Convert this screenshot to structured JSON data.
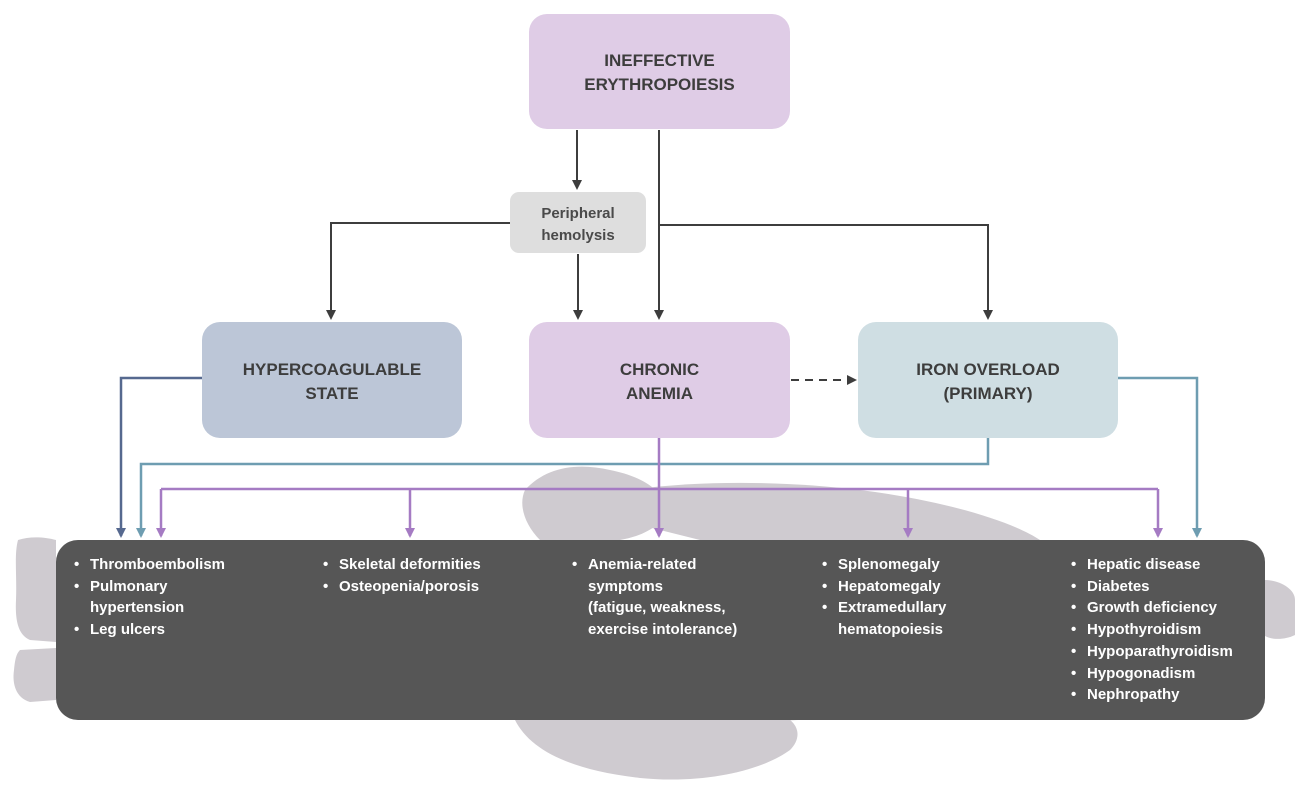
{
  "nodes": {
    "ineffective_erythropoiesis": {
      "lines": [
        "INEFFECTIVE",
        "ERYTHROPOIESIS"
      ],
      "color": "#dfcce6"
    },
    "peripheral_hemolysis": {
      "lines": [
        "Peripheral",
        "hemolysis"
      ],
      "color": "#dedede"
    },
    "hypercoagulable_state": {
      "lines": [
        "HYPERCOAGULABLE",
        "STATE"
      ],
      "color": "#bcc6d7"
    },
    "chronic_anemia": {
      "lines": [
        "CHRONIC",
        "ANEMIA"
      ],
      "color": "#dfcce6"
    },
    "iron_overload": {
      "lines": [
        "IRON OVERLOAD",
        "(PRIMARY)"
      ],
      "color": "#cfdee3"
    }
  },
  "colors": {
    "dark_arrow": "#3d3d3d",
    "hypercoagulable_arrow": "#56698f",
    "iron_arrow": "#6e9db1",
    "anemia_arrow": "#a57bc3",
    "outcomes_panel": "#565656",
    "body_silhouette": "#cfcbd0"
  },
  "outcomes": [
    {
      "items": [
        "Thromboembolism",
        "Pulmonary",
        "hypertension",
        "Leg ulcers"
      ],
      "bullets": [
        true,
        true,
        false,
        true
      ]
    },
    {
      "items": [
        "Skeletal deformities",
        "Osteopenia/porosis"
      ],
      "bullets": [
        true,
        true
      ]
    },
    {
      "items": [
        "Anemia-related",
        "symptoms",
        "(fatigue, weakness,",
        "exercise intolerance)"
      ],
      "bullets": [
        true,
        false,
        false,
        false
      ]
    },
    {
      "items": [
        "Splenomegaly",
        "Hepatomegaly",
        "Extramedullary",
        "hematopoiesis"
      ],
      "bullets": [
        true,
        true,
        true,
        false
      ]
    },
    {
      "items": [
        "Hepatic disease",
        "Diabetes",
        "Growth deficiency",
        "Hypothyroidism",
        "Hypoparathyroidism",
        "Hypogonadism",
        "Nephropathy"
      ],
      "bullets": [
        true,
        true,
        true,
        true,
        true,
        true,
        true
      ]
    }
  ]
}
